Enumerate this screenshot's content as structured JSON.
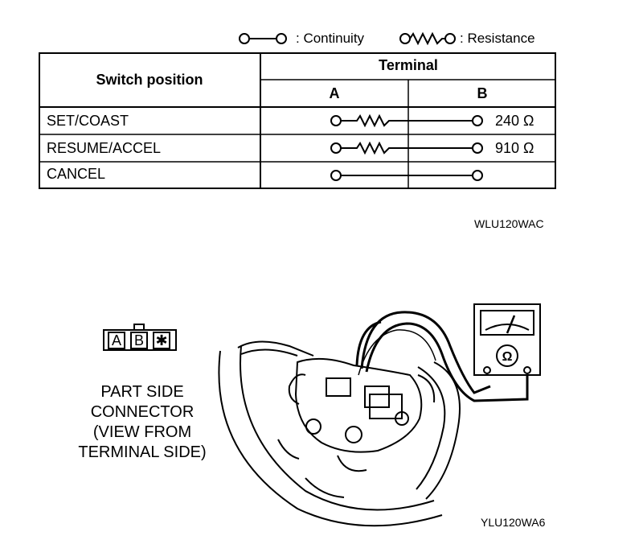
{
  "legend": {
    "continuity_label": ": Continuity",
    "resistance_label": ": Resistance"
  },
  "table": {
    "switch_position_header": "Switch position",
    "terminal_header": "Terminal",
    "col_a": "A",
    "col_b": "B",
    "rows": [
      {
        "label": "SET/COAST",
        "connection": "resistance",
        "value": "240 Ω"
      },
      {
        "label": "RESUME/ACCEL",
        "connection": "resistance",
        "value": "910 Ω"
      },
      {
        "label": "CANCEL",
        "connection": "continuity",
        "value": ""
      }
    ]
  },
  "codes": {
    "table_code": "WLU120WAC",
    "figure_code": "YLU120WA6"
  },
  "connector": {
    "terminals": [
      "A",
      "B",
      "✱"
    ],
    "caption_lines": [
      "PART SIDE",
      "CONNECTOR",
      "(VIEW FROM",
      "TERMINAL SIDE)"
    ]
  },
  "meter": {
    "symbol": "Ω"
  }
}
